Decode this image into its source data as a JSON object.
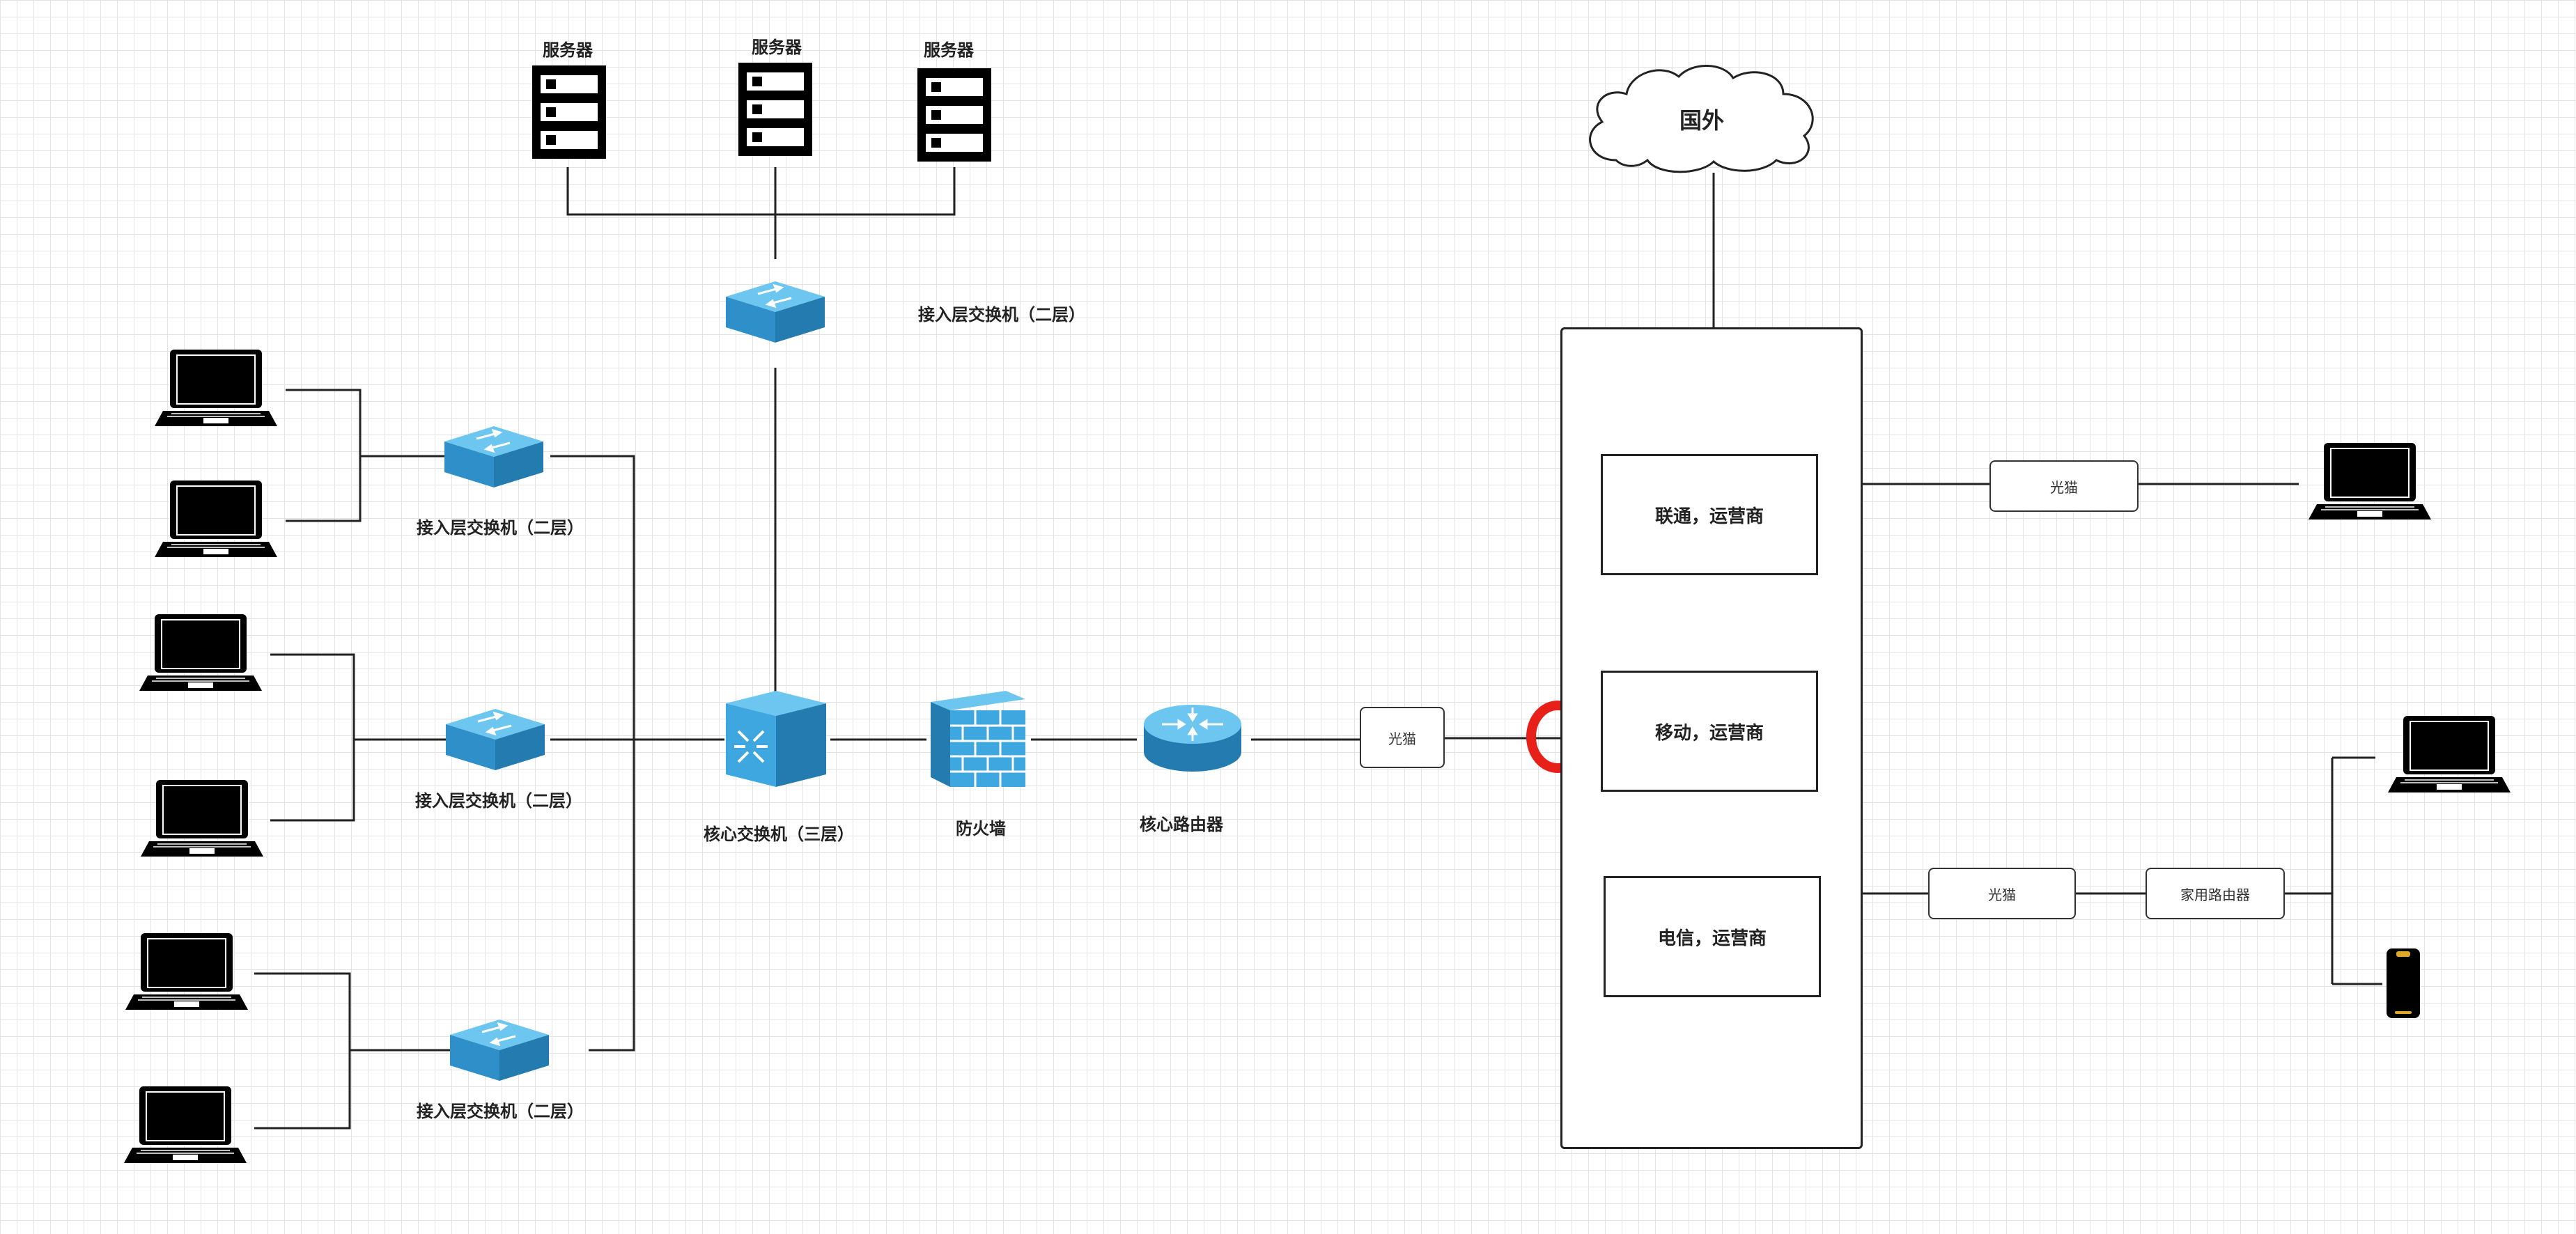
{
  "servers": [
    "服务器",
    "服务器",
    "服务器"
  ],
  "top_switch_label": "接入层交换机（二层）",
  "access_switch_labels": [
    "接入层交换机（二层）",
    "接入层交换机（二层）",
    "接入层交换机（二层）"
  ],
  "core_switch_label": "核心交换机（三层）",
  "firewall_label": "防火墙",
  "core_router_label": "核心路由器",
  "modem_labels": [
    "光猫",
    "光猫",
    "光猫"
  ],
  "home_router_label": "家用路由器",
  "cloud_label": "国外",
  "carriers": [
    "联通，运营商",
    "移动，运营商",
    "电信，运营商"
  ],
  "colors": {
    "switch": "#3ea7e0",
    "highlight": "#e8201a",
    "line": "#222222"
  }
}
